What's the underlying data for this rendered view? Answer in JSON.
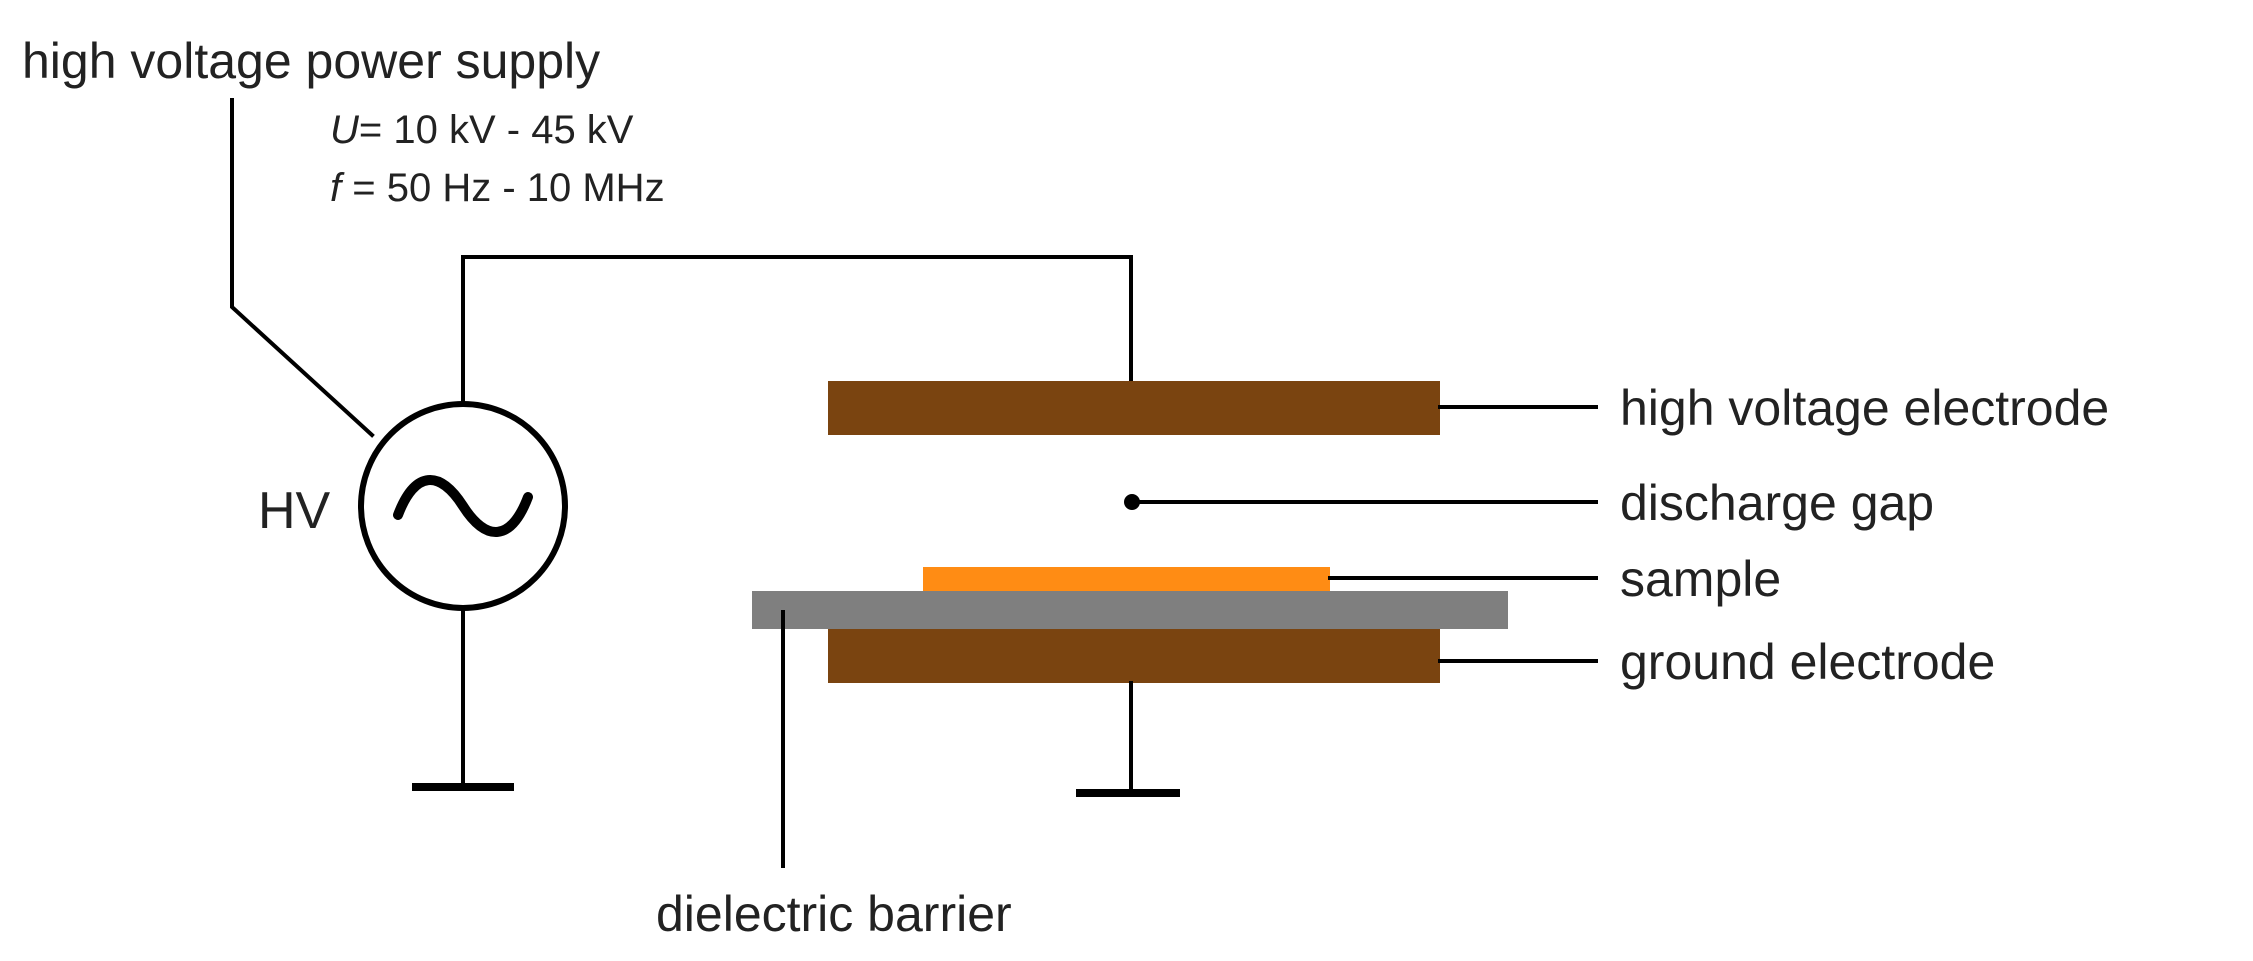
{
  "labels": {
    "power_supply": "high voltage power supply",
    "voltage_var": "U",
    "voltage_value": "= 10 kV - 45 kV",
    "frequency_var": "f",
    "frequency_value": " = 50 Hz - 10 MHz",
    "hv": "HV",
    "ac_symbol": "~",
    "high_voltage_electrode": "high voltage electrode",
    "discharge_gap": "discharge gap",
    "sample": "sample",
    "ground_electrode": "ground electrode",
    "dielectric_barrier": "dielectric barrier"
  },
  "colors": {
    "electrode": "#7a4410",
    "sample": "#ff8c14",
    "dielectric": "#7f7f7f",
    "wire": "#000000",
    "text": "#222222"
  }
}
